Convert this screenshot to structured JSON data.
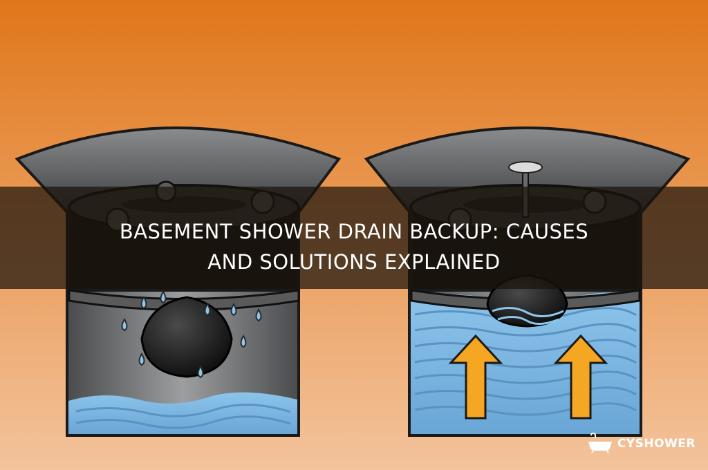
{
  "title": {
    "line1": "BASEMENT SHOWER DRAIN BACKUP: CAUSES",
    "line2": "AND SOLUTIONS EXPLAINED"
  },
  "brand": {
    "name": "CYSHOWER",
    "tagline": "",
    "icon": "bathtub-icon"
  },
  "colors": {
    "background_top": "#e07a1c",
    "background_bottom": "#f2b98b",
    "water": "#7fb7e0",
    "arrow": "#f5a623",
    "drain_metal": "#6d6f72"
  }
}
